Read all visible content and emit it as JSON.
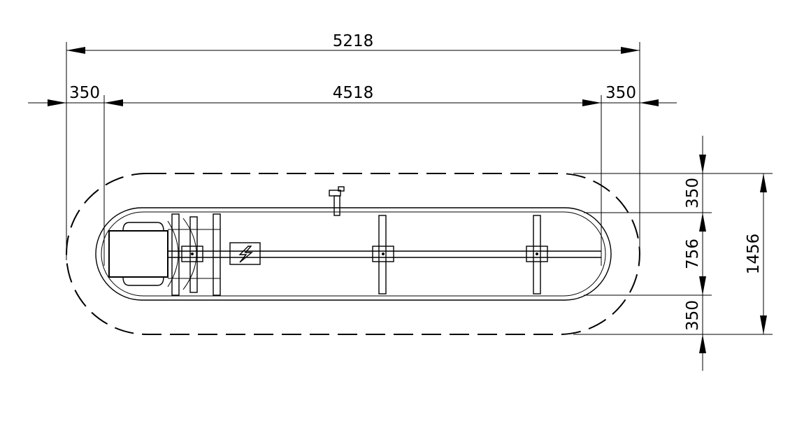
{
  "dimensions": {
    "overall_length": "5218",
    "left_margin": "350",
    "inner_length": "4518",
    "right_margin": "350",
    "top_margin": "350",
    "inner_width": "756",
    "bottom_margin": "350",
    "overall_width": "1456"
  },
  "symbols": {
    "electrical_hazard": "lightning-icon"
  },
  "colors": {
    "line": "#000000",
    "background": "#ffffff"
  }
}
